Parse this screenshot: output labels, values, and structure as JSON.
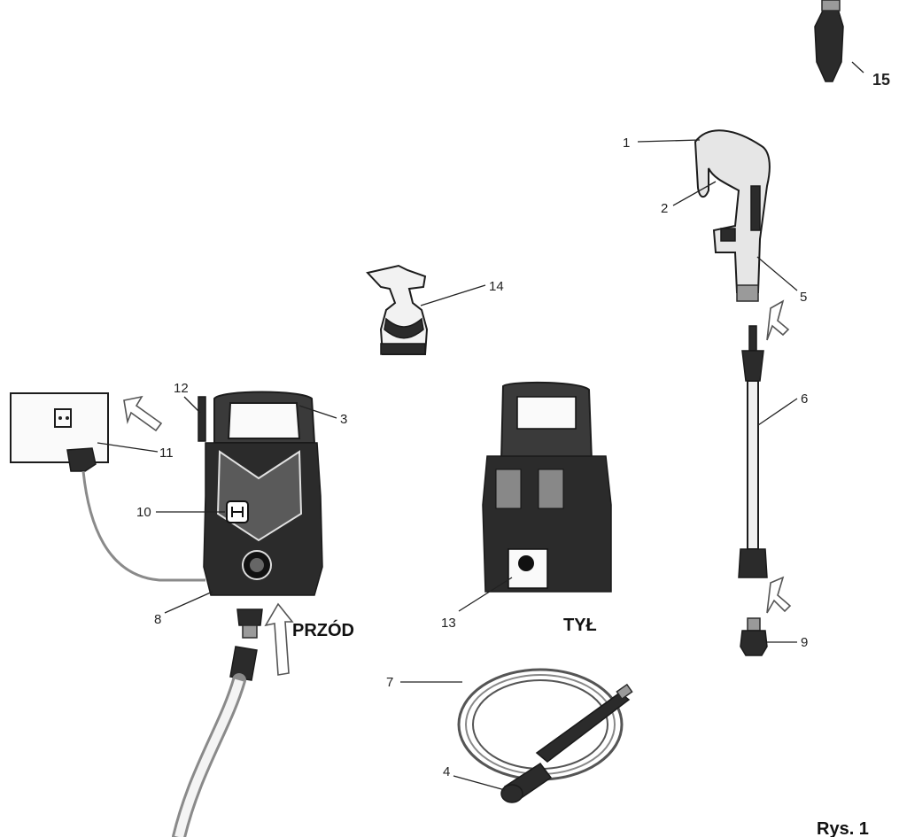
{
  "labels": {
    "n1": "1",
    "n2": "2",
    "n3": "3",
    "n4": "4",
    "n5": "5",
    "n6": "6",
    "n7": "7",
    "n8": "8",
    "n9": "9",
    "n10": "10",
    "n11": "11",
    "n12": "12",
    "n13": "13",
    "n14": "14",
    "n15": "15"
  },
  "captions": {
    "front": "PRZÓD",
    "back": "TYŁ",
    "figure": "Rys. 1"
  },
  "icons": {
    "socket": "wall-socket-icon",
    "bottle": "soap-bottle-icon",
    "nozzle": "turbo-nozzle-icon"
  },
  "colors": {
    "ink": "#1c1c1c",
    "body": "#2b2b2b",
    "hose": "#9a9a9a",
    "background": "#ffffff"
  }
}
